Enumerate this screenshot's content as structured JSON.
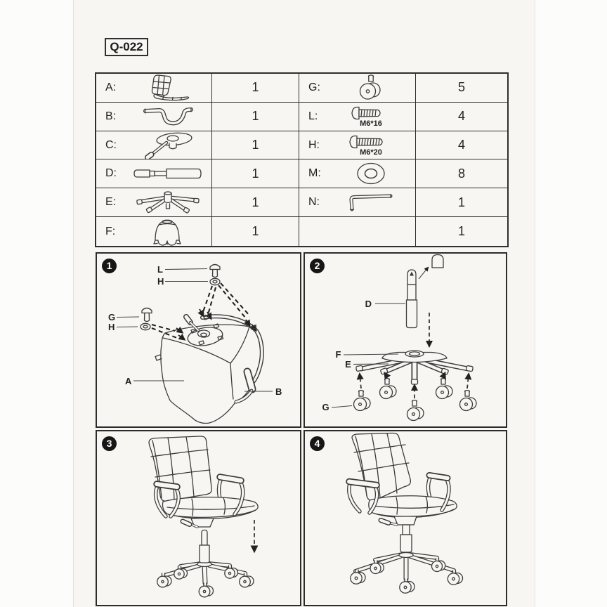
{
  "page": {
    "model": "Q-022"
  },
  "parts_table": {
    "rows": [
      {
        "left": {
          "label": "A:",
          "icon": "chair-seat-back-icon",
          "qty": "1"
        },
        "right": {
          "label": "G:",
          "icon": "caster-icon",
          "qty": "5"
        }
      },
      {
        "left": {
          "label": "B:",
          "icon": "armrest-frame-icon",
          "qty": "1"
        },
        "right": {
          "label": "L:",
          "icon": "screw-icon",
          "note": "M6*16",
          "qty": "4"
        }
      },
      {
        "left": {
          "label": "C:",
          "icon": "mechanism-icon",
          "qty": "1"
        },
        "right": {
          "label": "H:",
          "icon": "screw-icon",
          "note": "M6*20",
          "qty": "4"
        }
      },
      {
        "left": {
          "label": "D:",
          "icon": "gas-lift-icon",
          "qty": "1"
        },
        "right": {
          "label": "M:",
          "icon": "washer-icon",
          "qty": "8"
        }
      },
      {
        "left": {
          "label": "E:",
          "icon": "star-base-icon",
          "qty": "1"
        },
        "right": {
          "label": "N:",
          "icon": "allen-key-icon",
          "qty": "1"
        }
      },
      {
        "left": {
          "label": "F:",
          "icon": "cover-icon",
          "qty": "1"
        },
        "right": {
          "label": "",
          "icon": "",
          "qty": "1"
        }
      }
    ]
  },
  "steps": {
    "step1": {
      "num": "1",
      "label_l": "L",
      "label_h_top": "H",
      "label_g": "G",
      "label_h_left": "H",
      "label_a": "A",
      "label_b": "B"
    },
    "step2": {
      "num": "2",
      "label_d": "D",
      "label_f": "F",
      "label_e": "E",
      "label_g": "G"
    },
    "step3": {
      "num": "3"
    },
    "step4": {
      "num": "4"
    }
  }
}
